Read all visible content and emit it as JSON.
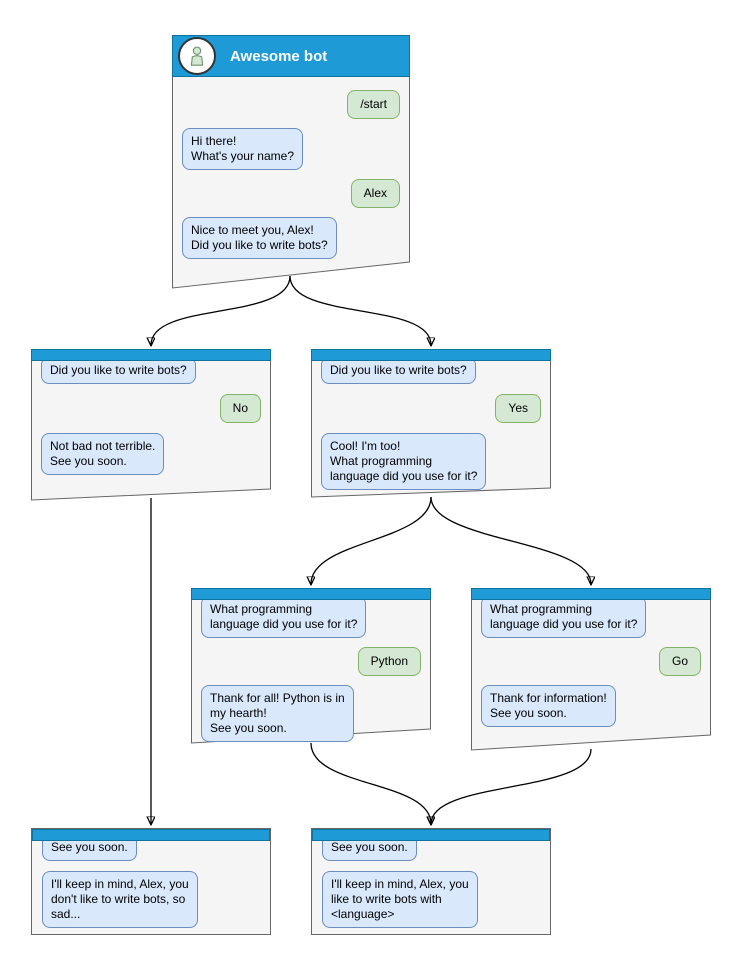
{
  "diagram_type": "chatbot-conversation-flowchart",
  "colors": {
    "header_blue": "#1E9BD7",
    "header_stroke": "#10739E",
    "window_fill": "#F5F5F5",
    "window_stroke": "#666666",
    "bot_bubble_fill": "#DAE8FC",
    "bot_bubble_stroke": "#6C8EBF",
    "user_bubble_fill": "#D5E8D4",
    "user_bubble_stroke": "#82B366",
    "connector": "#000000",
    "title_text": "#FFFFFF"
  },
  "main_window": {
    "title": "Awesome bot",
    "avatar_icon": "person-icon",
    "messages": [
      {
        "from": "user",
        "text": "/start"
      },
      {
        "from": "bot",
        "text": "Hi there!\nWhat's your name?"
      },
      {
        "from": "user",
        "text": "Alex"
      },
      {
        "from": "bot",
        "text": "Nice to meet you, Alex!\nDid you like to write bots?"
      }
    ]
  },
  "branch_no": {
    "messages": [
      {
        "from": "bot",
        "text": "Did you like to write bots?"
      },
      {
        "from": "user",
        "text": "No"
      },
      {
        "from": "bot",
        "text": "Not bad not terrible.\nSee you soon."
      }
    ]
  },
  "branch_yes": {
    "messages": [
      {
        "from": "bot",
        "text": "Did you like to write bots?"
      },
      {
        "from": "user",
        "text": "Yes"
      },
      {
        "from": "bot",
        "text": "Cool! I'm too!\nWhat programming\nlanguage did you use for it?"
      }
    ]
  },
  "branch_python": {
    "messages": [
      {
        "from": "bot",
        "text": "What programming\nlanguage did you use for it?"
      },
      {
        "from": "user",
        "text": "Python"
      },
      {
        "from": "bot",
        "text": "Thank for all! Python is in\nmy hearth!\nSee you soon."
      }
    ]
  },
  "branch_go": {
    "messages": [
      {
        "from": "bot",
        "text": "What programming\nlanguage did you use for it?"
      },
      {
        "from": "user",
        "text": "Go"
      },
      {
        "from": "bot",
        "text": "Thank for information!\nSee you soon."
      }
    ]
  },
  "end_no": {
    "messages": [
      {
        "from": "bot",
        "text": "See you soon."
      },
      {
        "from": "bot",
        "text": "I'll keep in mind, Alex, you\ndon't like to write bots, so\nsad..."
      }
    ]
  },
  "end_yes": {
    "messages": [
      {
        "from": "bot",
        "text": "See you soon."
      },
      {
        "from": "bot",
        "text": "I'll keep in mind, Alex, you\nlike to write bots with\n<language>"
      }
    ]
  },
  "edges": [
    {
      "from": "main_window",
      "to": "branch_no"
    },
    {
      "from": "main_window",
      "to": "branch_yes"
    },
    {
      "from": "branch_yes",
      "to": "branch_python"
    },
    {
      "from": "branch_yes",
      "to": "branch_go"
    },
    {
      "from": "branch_no",
      "to": "end_no"
    },
    {
      "from": "branch_python",
      "to": "end_yes"
    },
    {
      "from": "branch_go",
      "to": "end_yes"
    }
  ]
}
